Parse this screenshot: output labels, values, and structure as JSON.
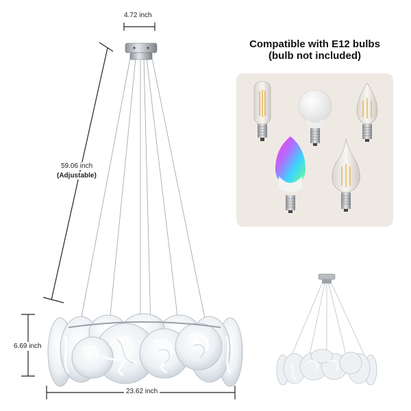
{
  "product": {
    "dimensions": {
      "canopy_width": "4.72 inch",
      "hanging_length": "59.06 inch",
      "hanging_note": "(Adjustable)",
      "body_height": "6.69 inch",
      "body_diameter": "23.62 inch"
    }
  },
  "compatibility": {
    "title": "Compatible with E12 bulbs",
    "subtitle": "(bulb not included)"
  },
  "colors": {
    "panel_bg": "#efe9e4",
    "chrome": "#b8bcc2",
    "glass": "#e9eef2",
    "dim_line": "#222222"
  }
}
